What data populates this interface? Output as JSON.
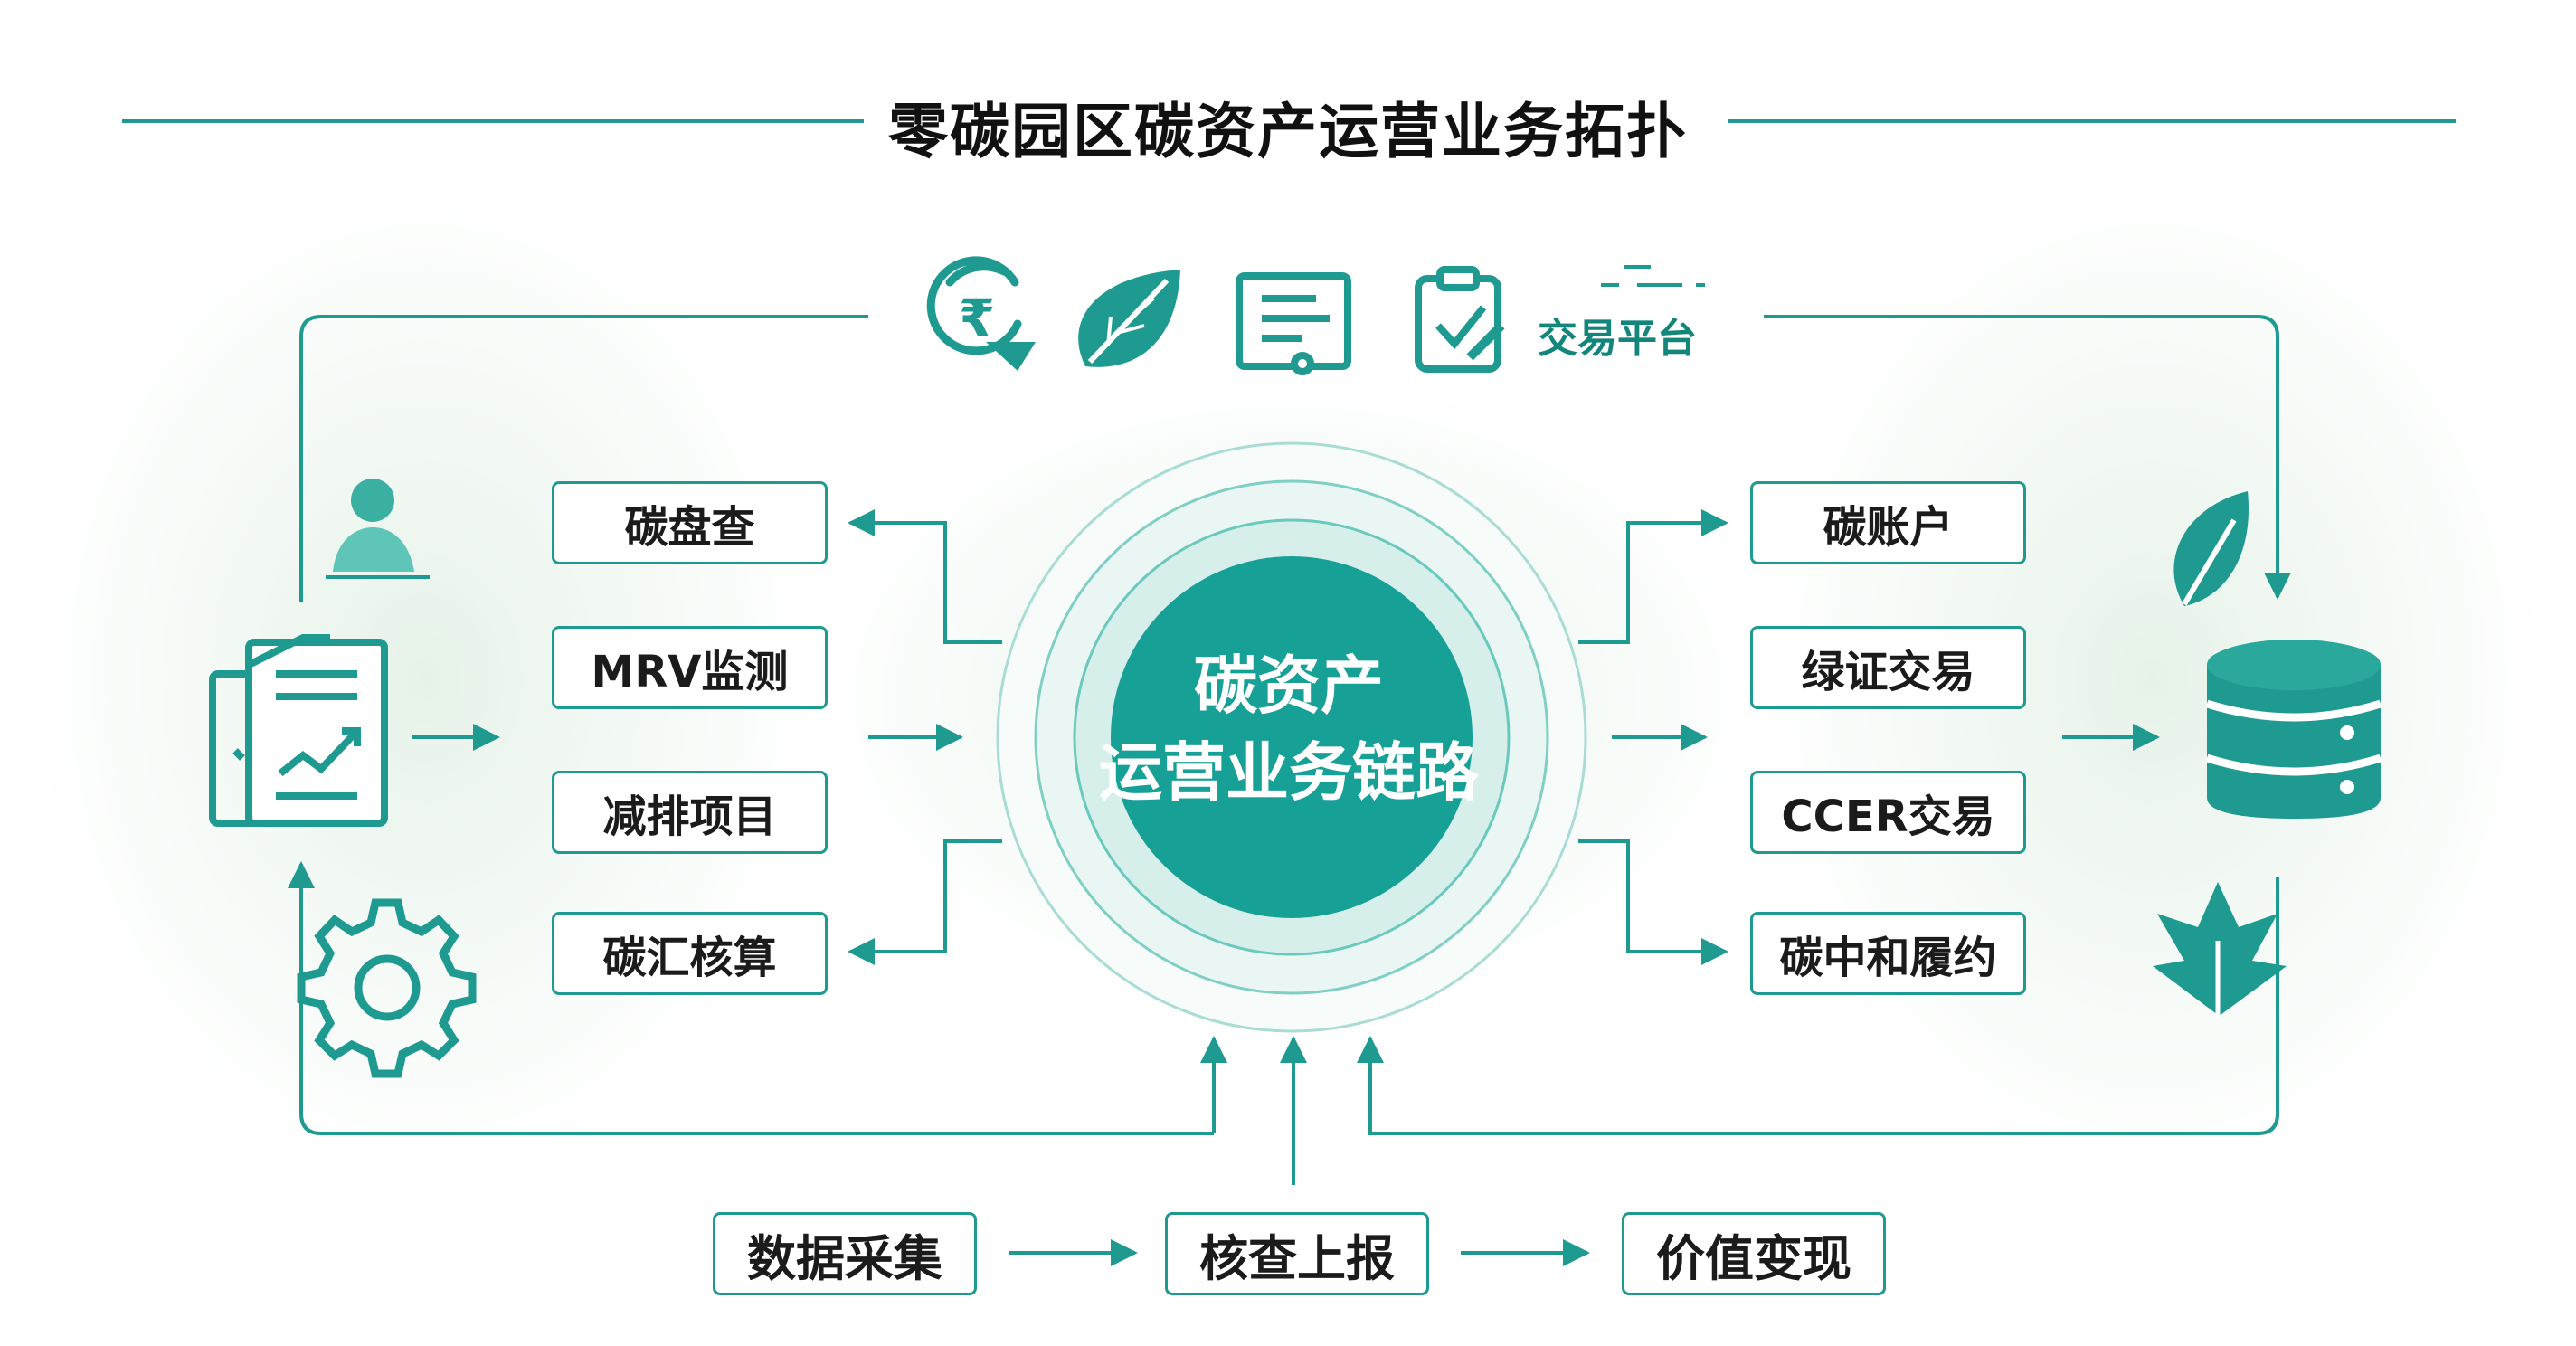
{
  "title": "零碳园区碳资产运营业务拓扑",
  "center": {
    "line1": "碳资产",
    "line2": "运营业务链路"
  },
  "top_platform": {
    "label": "交易平台"
  },
  "left_modules": [
    "碳盘查",
    "MRV监测",
    "减排项目",
    "碳汇核算"
  ],
  "right_modules": [
    "碳账户",
    "绿证交易",
    "CCER交易",
    "碳中和履约"
  ],
  "bottom_flow": [
    "数据采集",
    "核查上报",
    "价值变现"
  ],
  "icons": {
    "top": [
      "currency-cycle-icon",
      "leaf-icon",
      "document-icon",
      "clipboard-check-icon"
    ],
    "left": [
      "user-icon",
      "document-chart-icon",
      "gear-icon"
    ],
    "right": [
      "leaf-icon",
      "database-icon",
      "maple-leaf-icon"
    ]
  },
  "colors": {
    "teal": "#1f9a90",
    "teal_dark": "#13857b",
    "teal_light": "#5ec5b8",
    "center_fill": "#17a096"
  }
}
